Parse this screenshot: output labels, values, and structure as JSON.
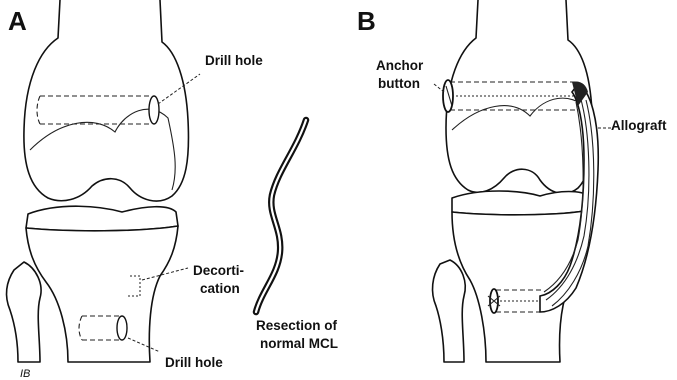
{
  "panels": {
    "a": {
      "letter": "A",
      "labels": {
        "drill_hole_top": "Drill hole",
        "decortication_line1": "Decorti-",
        "decortication_line2": "cation",
        "drill_hole_bottom": "Drill hole",
        "resection_line1": "Resection of",
        "resection_line2": "normal MCL"
      },
      "corner_mark": "IB"
    },
    "b": {
      "letter": "B",
      "labels": {
        "anchor_line1": "Anchor",
        "anchor_line2": "button",
        "allograft": "Allograft"
      }
    }
  }
}
